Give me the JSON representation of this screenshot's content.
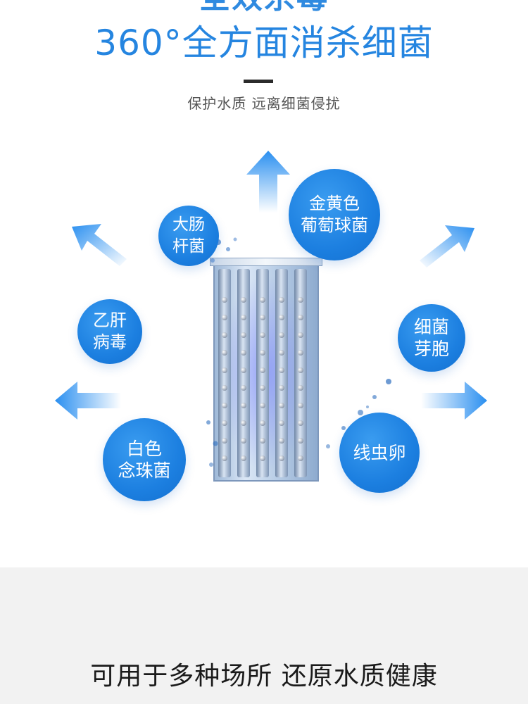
{
  "header": {
    "title_cut": "全效杀毒",
    "title": "360°全方面消杀细菌",
    "subtitle": "保护水质 远离细菌侵扰"
  },
  "bubbles": [
    {
      "id": "dachang",
      "label": "大肠\n杆菌"
    },
    {
      "id": "jinhuangse",
      "label": "金黄色\n葡萄球菌"
    },
    {
      "id": "yigan",
      "label": "乙肝\n病毒"
    },
    {
      "id": "xijun",
      "label": "细菌\n芽胞"
    },
    {
      "id": "baise",
      "label": "白色\n念珠菌"
    },
    {
      "id": "xianchong",
      "label": "线虫卵"
    }
  ],
  "footer": {
    "tagline": "可用于多种场所 还原水质健康"
  },
  "colors": {
    "accent": "#2585e0",
    "bubble": "#1c7fe0",
    "arrow": "#3d9bef",
    "footer_bg": "#f2f2f2"
  },
  "icons": [
    "arrow-up-icon",
    "arrow-upleft-icon",
    "arrow-upright-icon",
    "arrow-left-icon",
    "arrow-right-icon"
  ]
}
